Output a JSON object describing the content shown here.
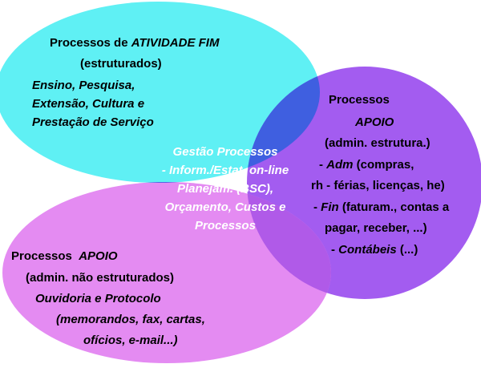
{
  "colors": {
    "fim": "#5ff0f4",
    "apoio_estruturado": "#a35cf0",
    "apoio_nao_estruturado": "#e48bf2",
    "fim_x_estruturado": "#3f5fe0",
    "fim_x_nao_estruturado": "#3f5fe0",
    "estruturado_x_nao_estruturado": "#b05ae8",
    "gestao": "#2f3fd8",
    "text_dark": "#000000",
    "text_light": "#ffffff"
  },
  "fim": {
    "title_prefix": "Processos de ",
    "title_emph": "ATIVIDADE FIM",
    "subtitle": "(estruturados)",
    "line1": "Ensino, Pesquisa,",
    "line2": "Extensão, Cultura e",
    "line3": "Prestação de Serviço"
  },
  "apoio_estruturado": {
    "title": "Processos",
    "title_emph": "APOIO",
    "subtitle": "(admin. estrutura.)",
    "adm_prefix": "- ",
    "adm_label": "Adm",
    "adm_text": " (compras,",
    "adm_cont": "rh - férias, licenças, he)",
    "fin_prefix": "- ",
    "fin_label": "Fin",
    "fin_text": " (faturam., contas a",
    "fin_cont": "pagar, receber, ...)",
    "cont_prefix": "- ",
    "cont_label": "Contábeis",
    "cont_text": " (...)"
  },
  "apoio_nao_estruturado": {
    "title_prefix": "Processos  ",
    "title_emph": "APOIO",
    "subtitle": "(admin. não estruturados)",
    "line1": "Ouvidoria e Protocolo",
    "line2": "(memorandos, fax, cartas,",
    "line3": "ofícios, e-mail...)"
  },
  "gestao": {
    "line1": "Gestão Processos",
    "line2": "- Inform./Estat. on-line",
    "line3": "Planejam. (BSC),",
    "line4": "Orçamento, Custos e",
    "line5": "Processos"
  }
}
